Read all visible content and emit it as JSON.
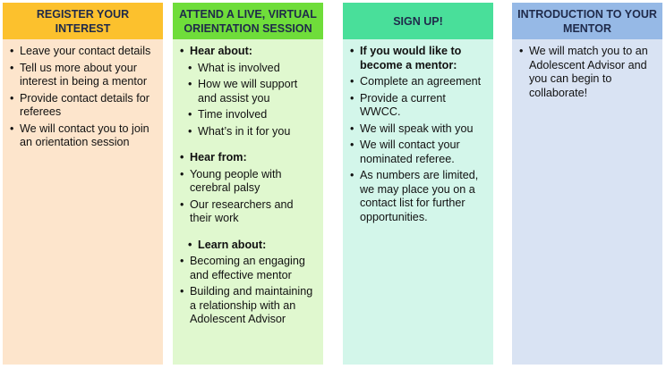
{
  "columns": [
    {
      "title": "REGISTER YOUR INTEREST",
      "items": [
        "Leave your contact details",
        "Tell us more about your interest in being a mentor",
        "Provide contact details for referees",
        "We will contact you to join an orientation session"
      ]
    },
    {
      "title": "ATTEND A LIVE, VIRTUAL ORIENTATION SESSION",
      "hear_about": {
        "heading": "Hear about:",
        "items": [
          "What is involved",
          "How we will support and assist you",
          "Time involved",
          "What’s in it for you"
        ]
      },
      "hear_from": {
        "heading": "Hear from:",
        "items": [
          "Young people with cerebral palsy",
          "Our researchers and their work"
        ]
      },
      "learn_about": {
        "heading": "Learn about:",
        "items": [
          "Becoming an engaging and effective mentor",
          "Building and maintaining a relationship with an Adolescent Advisor"
        ]
      }
    },
    {
      "title": "SIGN UP!",
      "items": [
        "If you would like to become a mentor:",
        "Complete an agreement",
        "Provide a current WWCC.",
        "We will speak with you",
        "We will contact your nominated referee.",
        "As numbers are limited, we may place you on a contact list for further opportunities."
      ]
    },
    {
      "title": "INTRODUCTION TO YOUR MENTOR",
      "items": [
        "We will match you to an Adolescent Advisor and you can begin to collaborate!"
      ]
    }
  ],
  "colors": {
    "col1_head": "#fcc12d",
    "col1_body": "#fde5cc",
    "col2_head": "#6fdd3a",
    "col2_body": "#e0f8cf",
    "col3_head": "#49df9a",
    "col3_body": "#d3f6ea",
    "col4_head": "#96b9e6",
    "col4_body": "#d9e3f3"
  }
}
